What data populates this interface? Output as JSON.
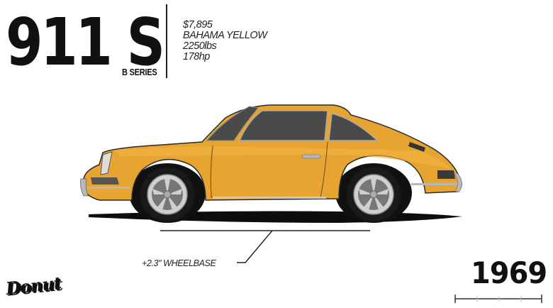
{
  "header": {
    "model": "911 S",
    "series": "B SERIES",
    "specs": {
      "price": "$7,895",
      "color_name": "BAHAMA YELLOW",
      "weight": "2250lbs",
      "power": "178hp"
    }
  },
  "car": {
    "body_color": "#E8A431",
    "description": "Side profile illustration of 1969 Porsche 911 S"
  },
  "annotation": {
    "wheelbase": "+2.3\" WHEELBASE"
  },
  "footer": {
    "logo": "Donut",
    "year": "1969",
    "timeline_ticks": 5
  },
  "colors": {
    "text": "#111111",
    "accent_yellow": "#E8A431",
    "window": "#4a4a4a",
    "chrome": "#b8b8b8"
  }
}
